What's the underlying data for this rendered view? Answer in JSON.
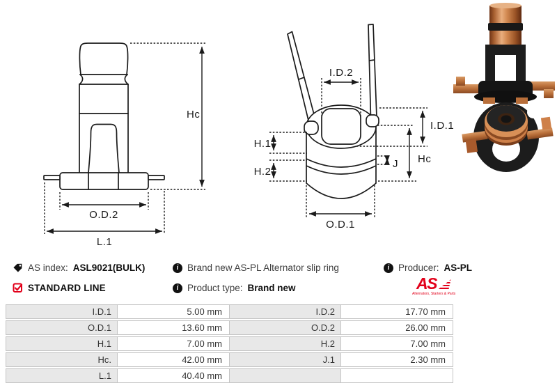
{
  "diagrams": {
    "left_view": {
      "labels": {
        "hc": "Hc",
        "od2": "O.D.2",
        "l1": "L.1"
      }
    },
    "perspective_view": {
      "labels": {
        "id2": "I.D.2",
        "id1": "I.D.1",
        "h1": "H.1",
        "h2": "H.2",
        "hc": "Hc",
        "j": "J",
        "od1": "O.D.1"
      }
    }
  },
  "info": {
    "as_index_label": "AS index:",
    "as_index_value": "ASL9021(BULK)",
    "standard_line": "STANDARD LINE",
    "description": "Brand new AS-PL Alternator slip ring",
    "product_type_label": "Product type:",
    "product_type_value": "Brand new",
    "producer_label": "Producer:",
    "producer_value": "AS-PL",
    "info_icon_glyph": "i",
    "logo_text": "AS",
    "logo_subtext": "Alternators, Starters & Parts"
  },
  "colors": {
    "accent_red": "#e2001a",
    "drawing_line": "#1a1a1a",
    "table_label_bg": "#e8e8e8",
    "table_border": "#c5c5c5",
    "copper": "#c97c47"
  },
  "spec_table": {
    "unit": "mm",
    "rows": [
      [
        "I.D.1",
        "5.00 mm",
        "I.D.2",
        "17.70 mm"
      ],
      [
        "O.D.1",
        "13.60 mm",
        "O.D.2",
        "26.00 mm"
      ],
      [
        "H.1",
        "7.00 mm",
        "H.2",
        "7.00 mm"
      ],
      [
        "Hc.",
        "42.00 mm",
        "J.1",
        "2.30 mm"
      ],
      [
        "L.1",
        "40.40 mm",
        "",
        ""
      ]
    ]
  }
}
